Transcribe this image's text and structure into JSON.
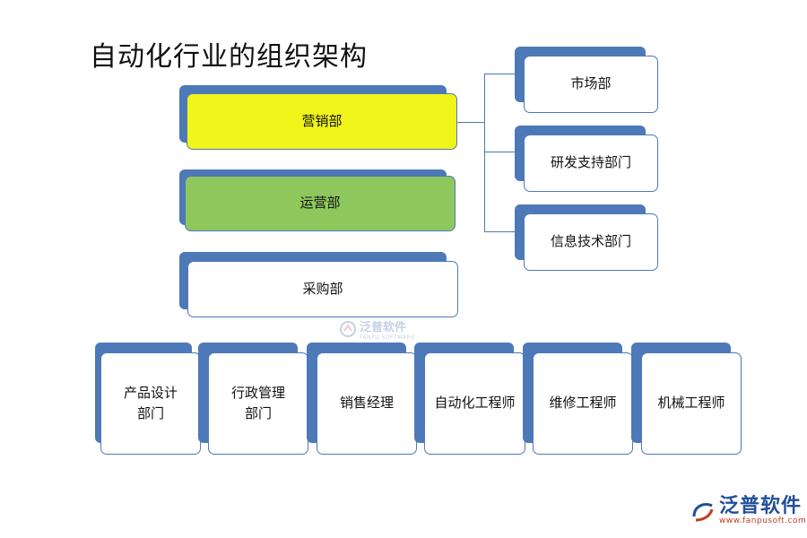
{
  "title": "自动化行业的组织架构",
  "departments_left": [
    {
      "label": "营销部",
      "fill": "#f0f51a"
    },
    {
      "label": "运营部",
      "fill": "#8ec75c"
    },
    {
      "label": "采购部",
      "fill": "#ffffff"
    }
  ],
  "sub_departments": [
    "市场部",
    "研发支持部门",
    "信息技术部门"
  ],
  "roles": [
    "产品设计\n部门",
    "行政管理\n部门",
    "销售经理",
    "自动化工程师",
    "维修工程师",
    "机械工程师"
  ],
  "colors": {
    "accent": "#4d79b8",
    "highlight_yellow": "#f0f51a",
    "highlight_green": "#8ec75c"
  },
  "watermark_center": {
    "name": "泛普软件",
    "sub": "FANPU SOFTWARE"
  },
  "watermark_corner": {
    "name": "泛普软件",
    "url": "www.fanpusoft.com"
  }
}
